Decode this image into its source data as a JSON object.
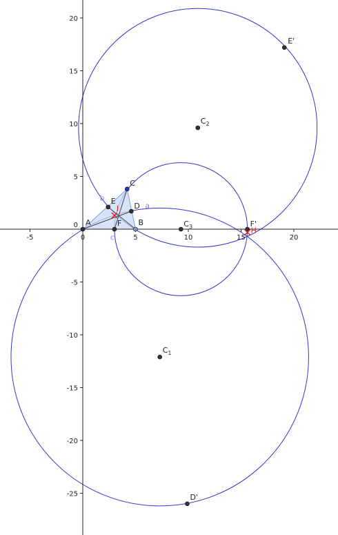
{
  "colors": {
    "axis": "#222222",
    "circle": "#3333cc",
    "triangle_fill": "#c9d9f5",
    "triangle_stroke": "#7f9ee0",
    "point": "#333333",
    "point_C": "#2233bb",
    "incenter": "#dd2222",
    "segment_label": "#7f8fd8"
  },
  "chart_data": {
    "type": "diagram",
    "x_ticks": [
      {
        "value": -5,
        "label": "-5"
      },
      {
        "value": 0,
        "label": "0"
      },
      {
        "value": 5,
        "label": "5"
      },
      {
        "value": 10,
        "label": "10"
      },
      {
        "value": 15,
        "label": "15"
      },
      {
        "value": 20,
        "label": "20"
      }
    ],
    "y_ticks": [
      {
        "value": 20,
        "label": "20"
      },
      {
        "value": 15,
        "label": "15"
      },
      {
        "value": 10,
        "label": "10"
      },
      {
        "value": 5,
        "label": "5"
      },
      {
        "value": -5,
        "label": "-5"
      },
      {
        "value": -10,
        "label": "-10"
      },
      {
        "value": -15,
        "label": "-15"
      },
      {
        "value": -20,
        "label": "-20"
      },
      {
        "value": -25,
        "label": "-25"
      }
    ],
    "origin_label": "0",
    "triangle": [
      "A",
      "B",
      "C"
    ],
    "points": [
      {
        "id": "A",
        "label": "A",
        "x": 0,
        "y": 0,
        "color": "point"
      },
      {
        "id": "B",
        "label": "B",
        "x": 5,
        "y": 0,
        "color": "triangle_stroke"
      },
      {
        "id": "C",
        "label": "C",
        "x": 4.2,
        "y": 3.8,
        "color": "point_C"
      },
      {
        "id": "D",
        "label": "D",
        "x": 4.6,
        "y": 1.7,
        "color": "point"
      },
      {
        "id": "E",
        "label": "E",
        "x": 2.4,
        "y": 2.1,
        "color": "point"
      },
      {
        "id": "F",
        "label": "F",
        "x": 3.0,
        "y": 0,
        "color": "point"
      },
      {
        "id": "C1",
        "label": "C",
        "sub": "1",
        "x": 7.3,
        "y": -12.1,
        "color": "point"
      },
      {
        "id": "C2",
        "label": "C",
        "sub": "2",
        "x": 10.9,
        "y": 9.6,
        "color": "point"
      },
      {
        "id": "C3",
        "label": "C",
        "sub": "3",
        "x": 9.3,
        "y": 0,
        "color": "point"
      },
      {
        "id": "Dp",
        "label": "D'",
        "x": 9.9,
        "y": -26.0,
        "color": "point"
      },
      {
        "id": "Ep",
        "label": "E'",
        "x": 19.1,
        "y": 17.2,
        "color": "point"
      },
      {
        "id": "Fp",
        "label": "F'",
        "x": 15.6,
        "y": 0,
        "color": "point"
      }
    ],
    "incenter": {
      "label": "I",
      "x": 3.0,
      "y": 1.3
    },
    "excenter": {
      "label": "H",
      "x": 15.6,
      "y": -0.3
    },
    "segment_labels": [
      {
        "label": "a",
        "x": 5.9,
        "y": 2.0
      },
      {
        "label": "b",
        "x": 1.6,
        "y": 2.7
      },
      {
        "label": "c",
        "x": 2.6,
        "y": -1.0
      }
    ],
    "circles": [
      {
        "id": "circle-c1",
        "cx": 7.3,
        "cy": -12.1,
        "r": 14.1
      },
      {
        "id": "circle-c2",
        "cx": 10.9,
        "cy": 9.6,
        "r": 11.3
      },
      {
        "id": "circle-c3",
        "cx": 9.3,
        "cy": 0,
        "r": 6.3
      }
    ],
    "cevians": [
      {
        "from": "A",
        "to": "D"
      },
      {
        "from": "B",
        "to": "E"
      },
      {
        "from": "C",
        "to": "F"
      }
    ]
  }
}
